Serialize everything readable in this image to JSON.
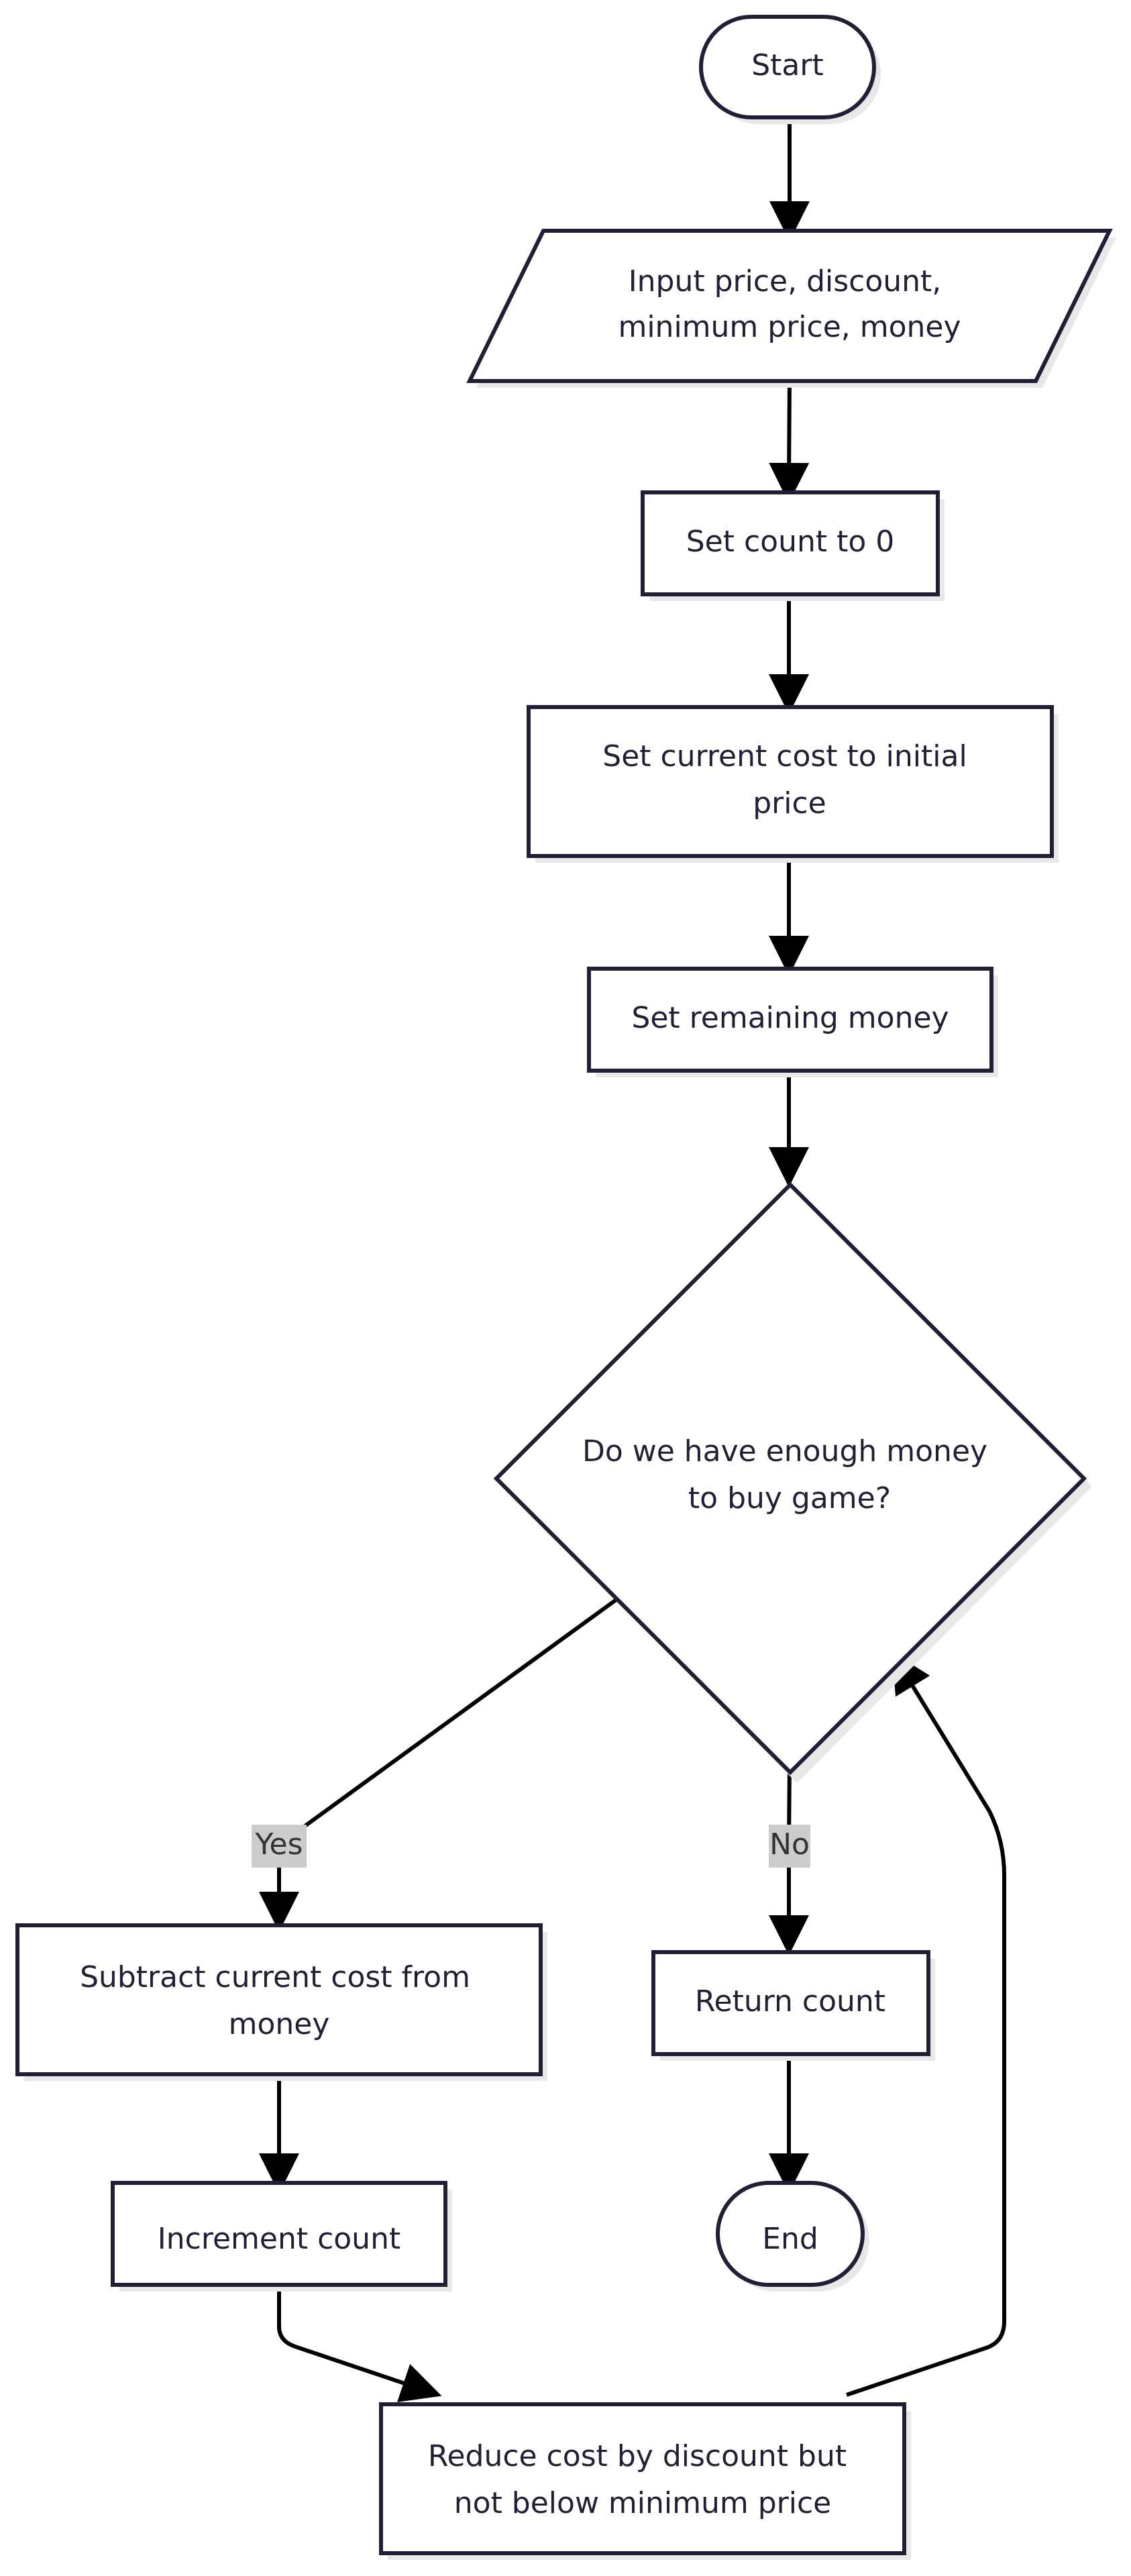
{
  "nodes": {
    "start": "Start",
    "input": [
      "Input price, discount,",
      "minimum price, money"
    ],
    "set_count": "Set count to 0",
    "set_cost": [
      "Set current cost to initial",
      "price"
    ],
    "set_money": "Set remaining money",
    "decision": [
      "Do we have enough money",
      "to buy game?"
    ],
    "subtract": [
      "Subtract current cost from",
      "money"
    ],
    "increment": "Increment count",
    "reduce": [
      "Reduce cost by discount but",
      "not below minimum price"
    ],
    "return_count": "Return count",
    "end": "End"
  },
  "edges": {
    "yes_label": "Yes",
    "no_label": "No"
  },
  "colors": {
    "node_stroke": "#1f1f35",
    "node_fill": "#ffffff",
    "edge": "#000000",
    "label_bg": "#cccccc"
  }
}
